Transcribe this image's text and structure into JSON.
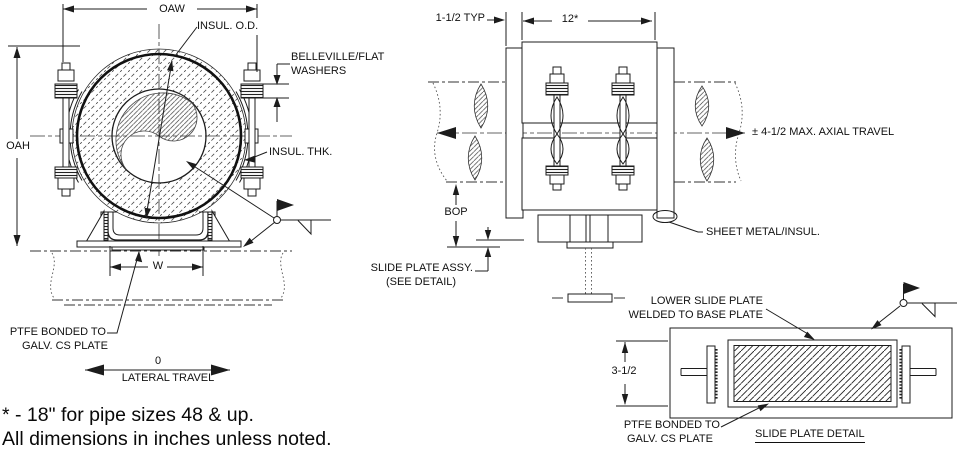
{
  "drawing": {
    "front_view": {
      "dims": {
        "oaw": "OAW",
        "oah": "OAH",
        "w": "W"
      },
      "labels": {
        "insul_od": "INSUL. O.D.",
        "washers_1": "BELLEVILLE/FLAT",
        "washers_2": "WASHERS",
        "insul_thk": "INSUL. THK.",
        "ptfe_1": "PTFE BONDED TO",
        "ptfe_2": "GALV. CS PLATE",
        "lateral_value": "0",
        "lateral_label": "LATERAL TRAVEL"
      }
    },
    "side_view": {
      "dims": {
        "typ": "1-1/2 TYP",
        "width": "12*",
        "bop": "BOP"
      },
      "labels": {
        "axial": "± 4-1/2 MAX. AXIAL TRAVEL",
        "sheet_metal": "SHEET METAL/INSUL.",
        "slide_assy_1": "SLIDE PLATE ASSY.",
        "slide_assy_2": "(SEE DETAIL)"
      }
    },
    "detail_view": {
      "dims": {
        "height": "3-1/2"
      },
      "labels": {
        "lower_plate_1": "LOWER SLIDE PLATE",
        "lower_plate_2": "WELDED TO BASE PLATE",
        "ptfe_1": "PTFE BONDED TO",
        "ptfe_2": "GALV. CS PLATE"
      },
      "title": "SLIDE PLATE DETAIL"
    },
    "notes": {
      "note1": "* - 18\" for pipe sizes 48 & up.",
      "note2": "All dimensions in inches unless noted."
    },
    "colors": {
      "line": "#1c1c1c",
      "background": "#ffffff"
    }
  }
}
